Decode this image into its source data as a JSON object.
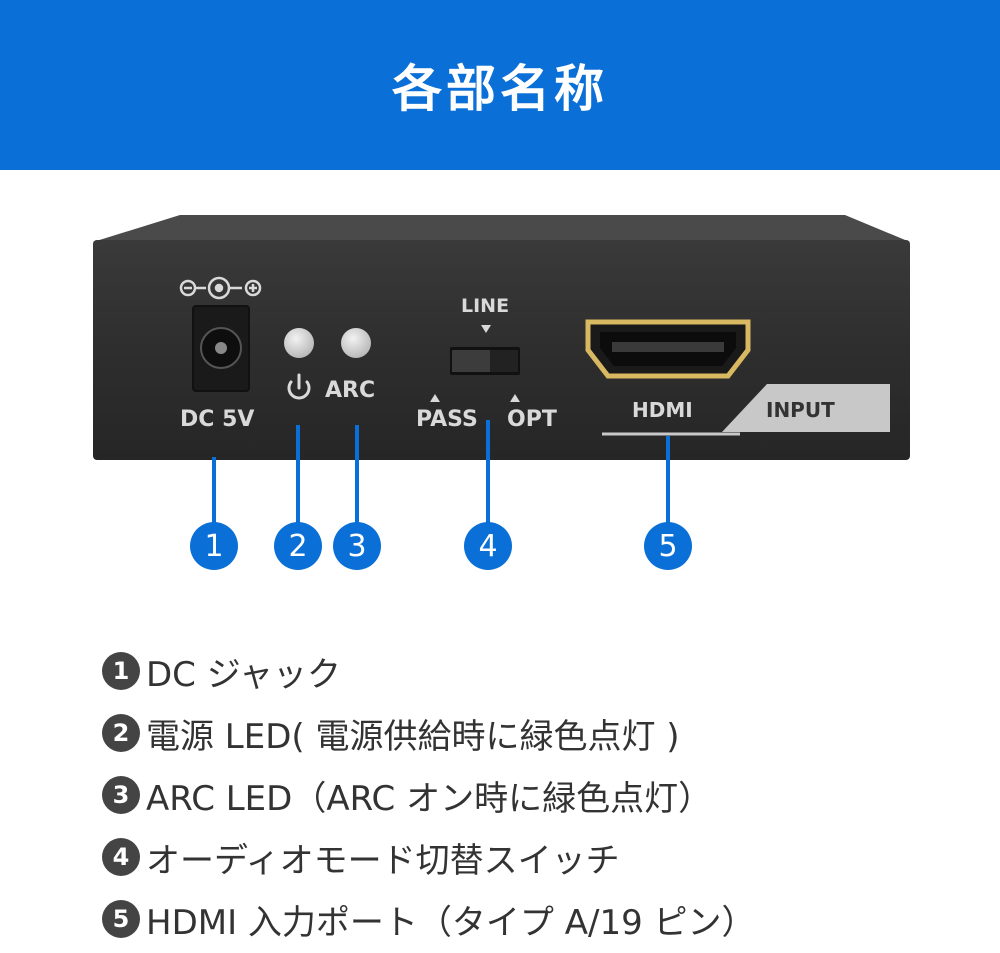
{
  "header": {
    "title": "各部名称"
  },
  "colors": {
    "accent": "#0a6fd6",
    "device_body": "#333333",
    "led": "#cfcfcf"
  },
  "device": {
    "dc_label": "DC 5V",
    "polarity_icon": "dc-polarity-icon",
    "power_icon": "power-icon",
    "arc_label": "ARC",
    "switch_top_label": "LINE",
    "switch_left_label": "PASS",
    "switch_right_label": "OPT",
    "hdmi_label": "HDMI",
    "input_label": "INPUT"
  },
  "callouts": [
    "1",
    "2",
    "3",
    "4",
    "5"
  ],
  "parts": [
    {
      "num": "1",
      "text": "DC ジャック"
    },
    {
      "num": "2",
      "text": "電源 LED( 電源供給時に緑色点灯 )"
    },
    {
      "num": "3",
      "text": "ARC LED（ARC オン時に緑色点灯）"
    },
    {
      "num": "4",
      "text": "オーディオモード切替スイッチ"
    },
    {
      "num": "5",
      "text": "HDMI 入力ポート（タイプ A/19 ピン）"
    }
  ]
}
